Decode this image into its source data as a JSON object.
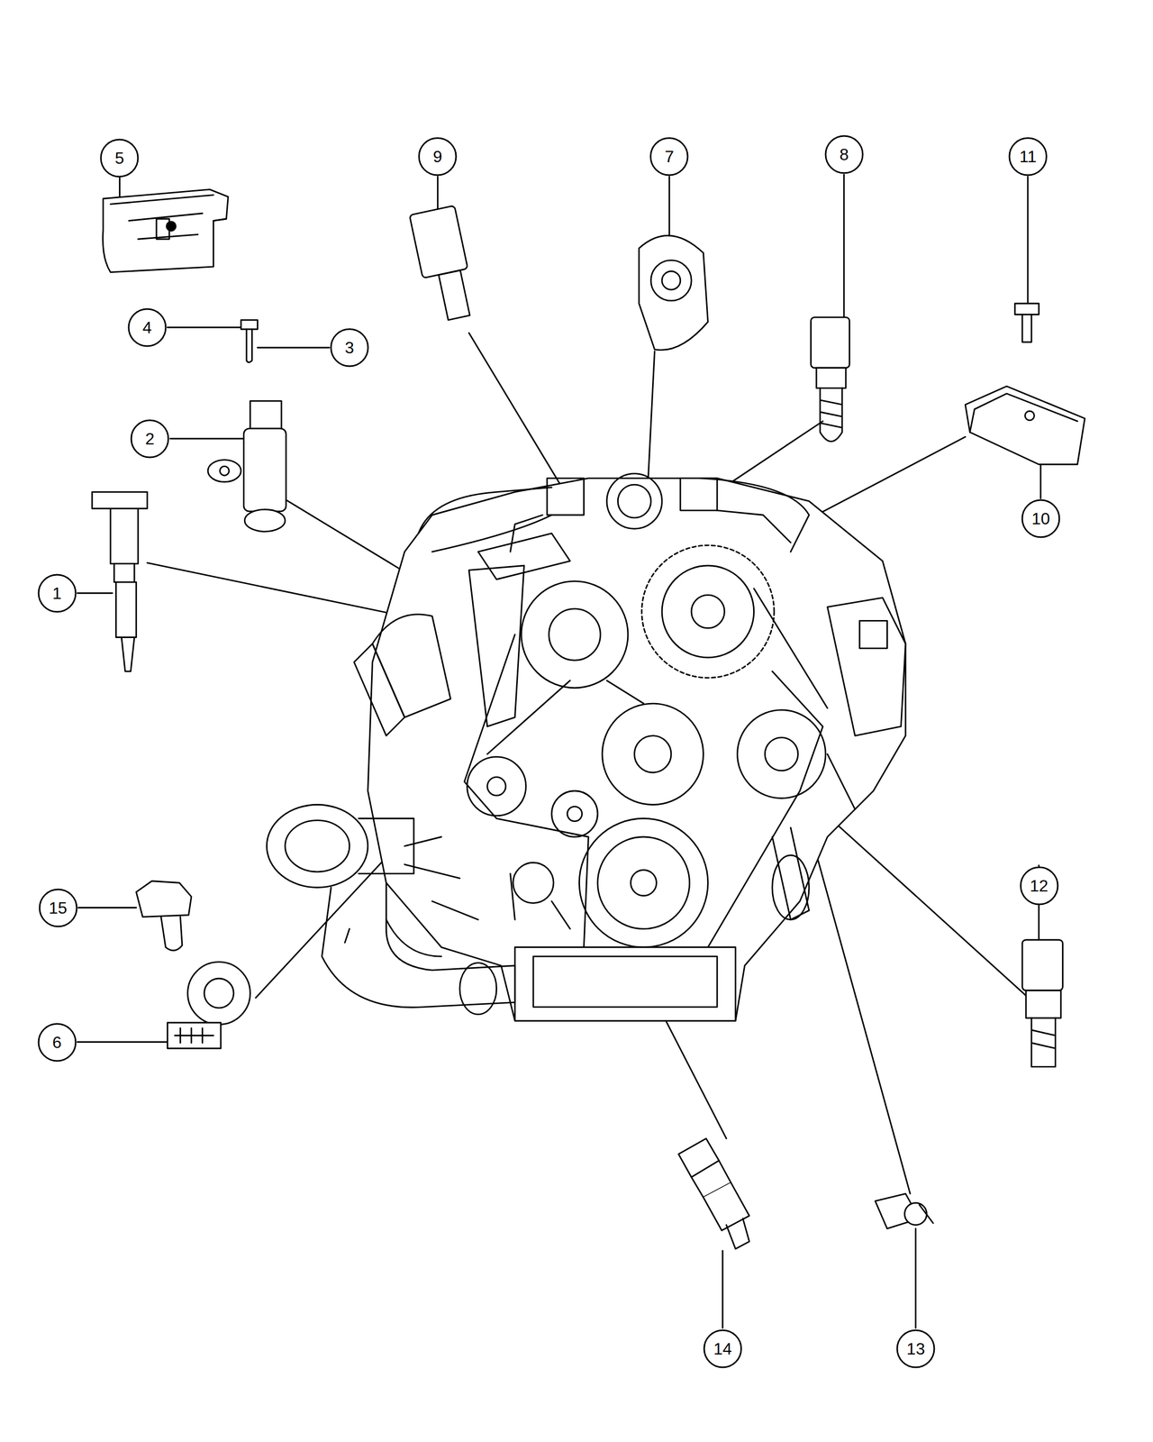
{
  "diagram": {
    "nodes": [
      {
        "text": [
          "5"
        ]
      },
      {
        "text": [
          "9"
        ]
      },
      {
        "text": [
          "7"
        ]
      },
      {
        "text": [
          "8"
        ]
      },
      {
        "text": [
          "11"
        ]
      },
      {
        "text": [
          "4"
        ]
      },
      {
        "text": [
          "3"
        ]
      },
      {
        "text": [
          "2"
        ]
      },
      {
        "text": [
          "10"
        ]
      },
      {
        "text": [
          "1"
        ]
      },
      {
        "text": [
          "15"
        ]
      },
      {
        "text": [
          "12"
        ]
      },
      {
        "text": [
          "6"
        ]
      },
      {
        "text": [
          "14"
        ]
      },
      {
        "text": [
          "13"
        ]
      }
    ]
  }
}
